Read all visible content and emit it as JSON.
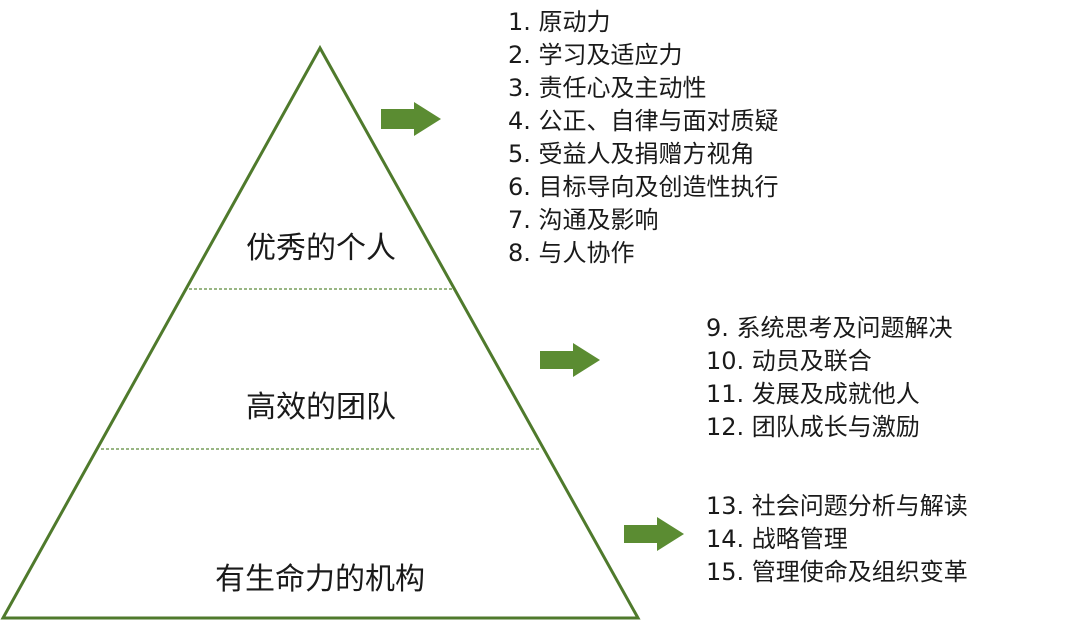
{
  "colors": {
    "pyramid_stroke": "#4f7a2c",
    "divider": "#5c8a3a",
    "arrow": "#5b8c32",
    "text": "#1a1a1a"
  },
  "tiers": [
    {
      "label": "优秀的个人",
      "items": [
        "1. 原动力",
        "2. 学习及适应力",
        "3. 责任心及主动性",
        "4. 公正、自律与面对质疑",
        "5. 受益人及捐赠方视角",
        "6. 目标导向及创造性执行",
        "7. 沟通及影响",
        "8. 与人协作"
      ]
    },
    {
      "label": "高效的团队",
      "items": [
        "9. 系统思考及问题解决",
        "10. 动员及联合",
        "11. 发展及成就他人",
        "12. 团队成长与激励"
      ]
    },
    {
      "label": "有生命力的机构",
      "items": [
        "13. 社会问题分析与解读",
        "14. 战略管理",
        "15. 管理使命及组织变革"
      ]
    }
  ]
}
